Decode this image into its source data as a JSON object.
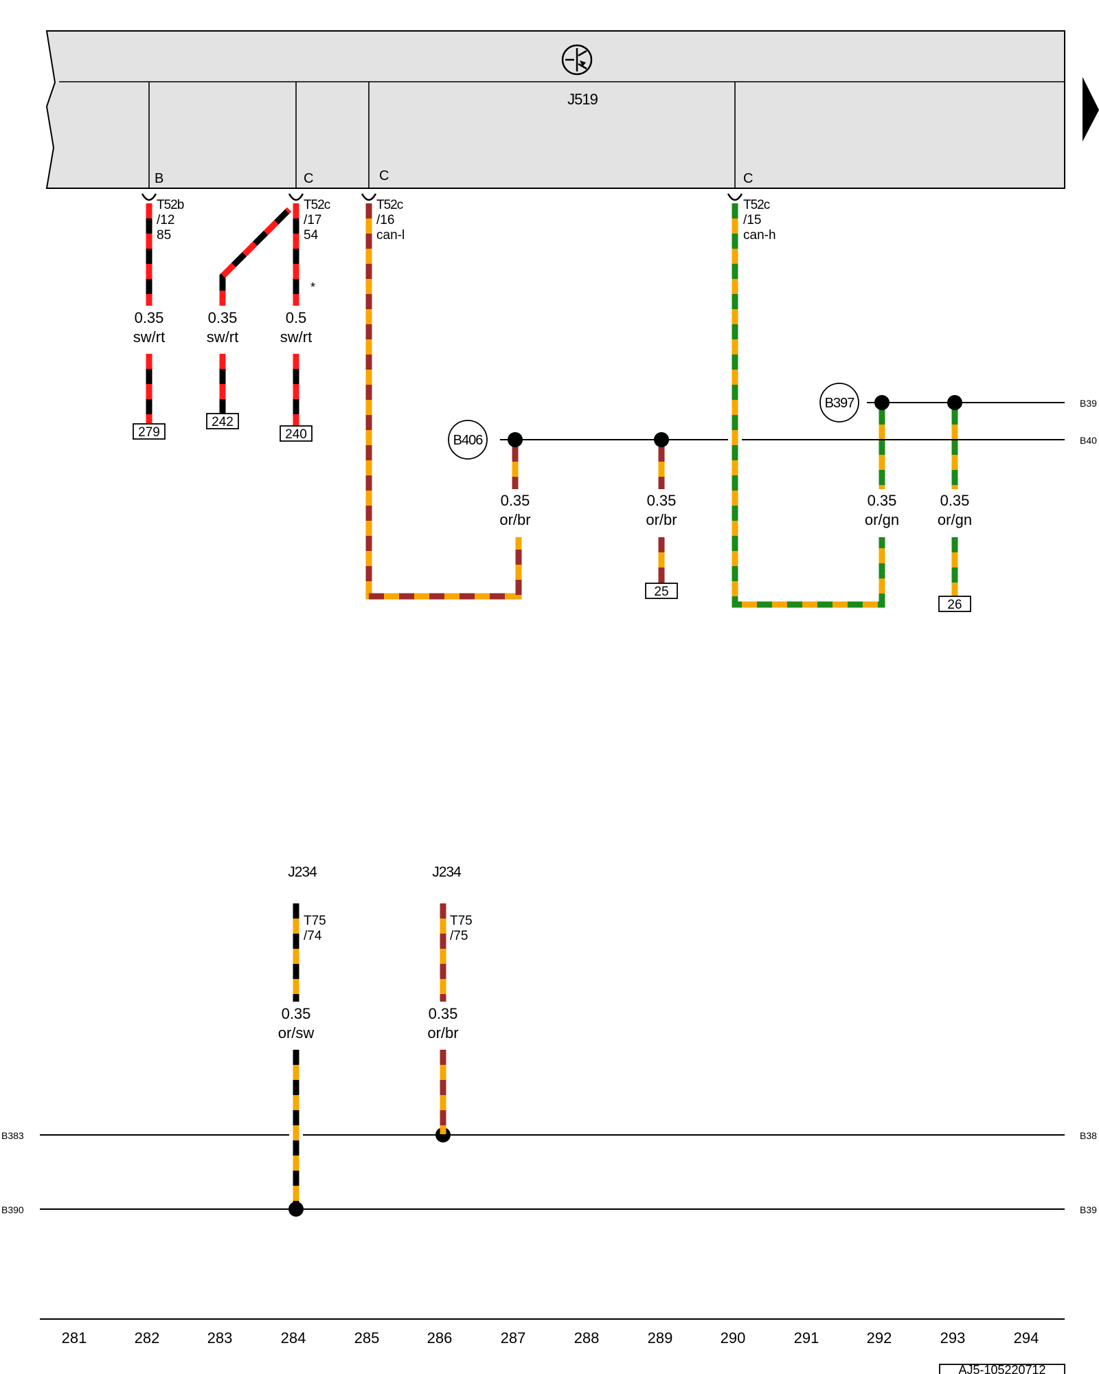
{
  "module": {
    "symbol": "ecu-symbol",
    "name": "J519"
  },
  "wires_top": [
    {
      "id": "w282",
      "pin_letter": "B",
      "connector": "T52b",
      "pin": "/12",
      "term": "85",
      "gauge": "0.35",
      "color_code": "sw/rt",
      "ref": "279"
    },
    {
      "id": "w283",
      "gauge": "0.35",
      "color_code": "sw/rt",
      "ref": "242"
    },
    {
      "id": "w284",
      "pin_letter": "C",
      "connector": "T52c",
      "pin": "/17",
      "term": "54",
      "gauge": "0.5",
      "color_code": "sw/rt",
      "ref": "240",
      "note": "*"
    },
    {
      "id": "w285",
      "pin_letter": "C",
      "connector": "T52c",
      "pin": "/16",
      "term": "can-l"
    },
    {
      "id": "w290",
      "pin_letter": "C",
      "connector": "T52c",
      "pin": "/15",
      "term": "can-h"
    },
    {
      "id": "w287",
      "gauge": "0.35",
      "color_code": "or/br"
    },
    {
      "id": "w289",
      "gauge": "0.35",
      "color_code": "or/br",
      "ref": "25"
    },
    {
      "id": "w292",
      "gauge": "0.35",
      "color_code": "or/gn"
    },
    {
      "id": "w293",
      "gauge": "0.35",
      "color_code": "or/gn",
      "ref": "26"
    }
  ],
  "splices": {
    "b406": "B406",
    "b397": "B397"
  },
  "bus_edge_labels": {
    "right_upper": "B39",
    "right_lower": "B40",
    "left_383": "B383",
    "right_383": "B38",
    "left_390": "B390",
    "right_390": "B39"
  },
  "lower_wires": [
    {
      "component": "J234",
      "connector": "T75",
      "pin": "/74",
      "gauge": "0.35",
      "color_code": "or/sw"
    },
    {
      "component": "J234",
      "connector": "T75",
      "pin": "/75",
      "gauge": "0.35",
      "color_code": "or/br"
    }
  ],
  "scale": [
    "281",
    "282",
    "283",
    "284",
    "285",
    "286",
    "287",
    "288",
    "289",
    "290",
    "291",
    "292",
    "293",
    "294"
  ],
  "doc_id": "AJ5-105220712",
  "colors": {
    "black": "#000000",
    "red": "#ff1a1a",
    "orange": "#f7a800",
    "brown": "#9e2b2b",
    "green": "#1a8a1a",
    "module_fill": "#e3e3e3"
  }
}
